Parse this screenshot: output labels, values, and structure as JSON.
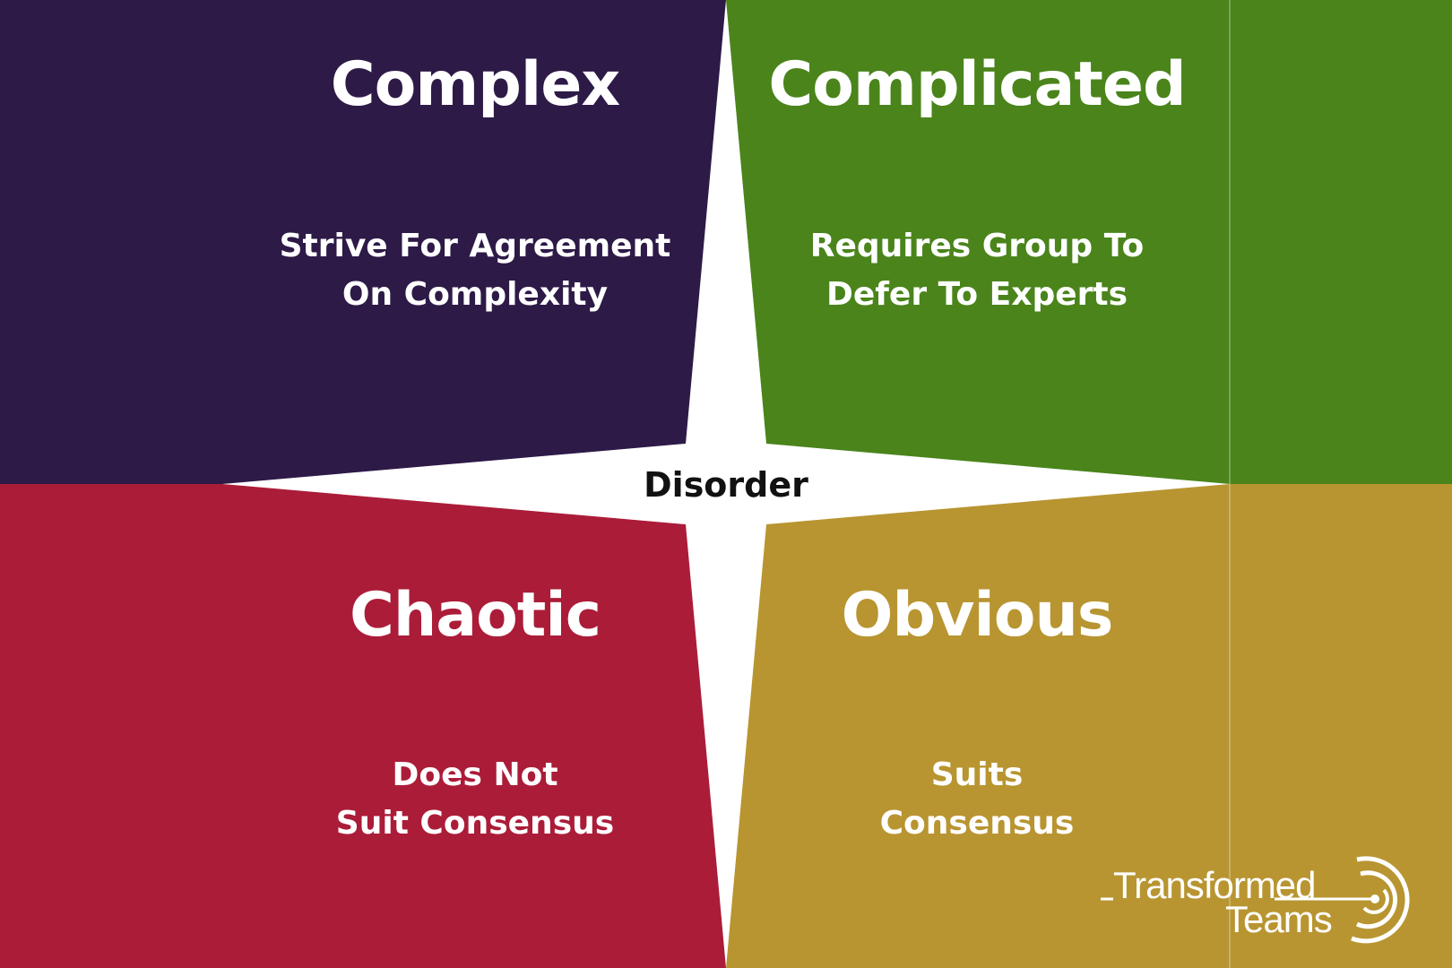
{
  "quadrants": {
    "complex": {
      "title": "Complex",
      "description": "Strive For Agreement\nOn Complexity",
      "color": "#2d1a47"
    },
    "complicated": {
      "title": "Complicated",
      "description": "Requires Group To\nDefer To Experts",
      "color": "#4a841b"
    },
    "chaotic": {
      "title": "Chaotic",
      "description": "Does Not\nSuit Consensus",
      "color": "#ab1c38"
    },
    "obvious": {
      "title": "Obvious",
      "description": "Suits\nConsensus",
      "color": "#b89531"
    }
  },
  "center": {
    "label": "Disorder",
    "color": "#ffffff"
  },
  "logo": {
    "line1": "Transformed",
    "line2": "Teams"
  }
}
